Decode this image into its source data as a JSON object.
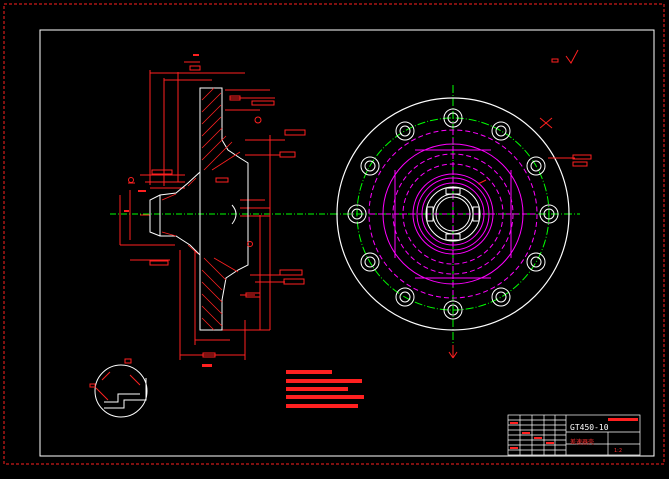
{
  "title_block": {
    "drawing_number": "GT450-10",
    "part_name": "差速器壳",
    "scale": "1:2"
  },
  "colors": {
    "background": "#000000",
    "outline": "#ffffff",
    "dimension": "#ff2020",
    "hidden_line": "#ff00ff",
    "center_line": "#00ff00",
    "frame": "#ffffff"
  }
}
